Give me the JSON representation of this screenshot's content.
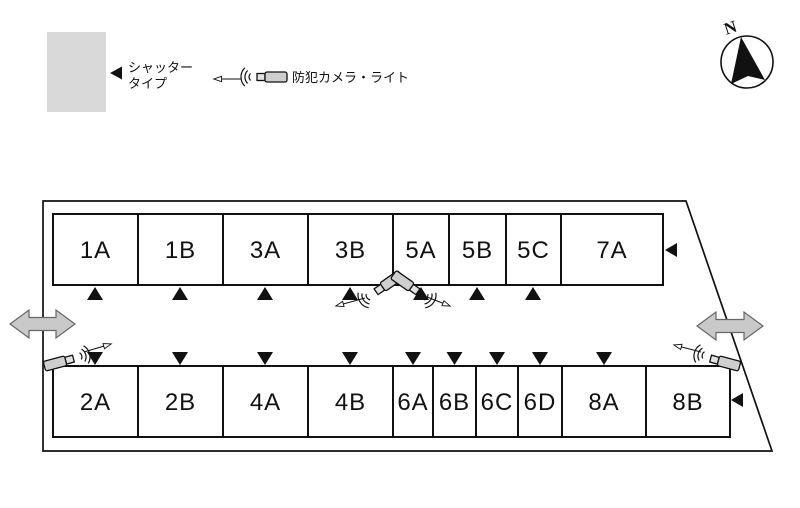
{
  "legend": {
    "shutter": {
      "line1": "シャッター",
      "line2": "タイプ"
    },
    "camera_label": "防犯カメラ・ライト"
  },
  "compass": {
    "north_label": "N"
  },
  "lot": {
    "top_row": [
      "1A",
      "1B",
      "3A",
      "3B",
      "5A",
      "5B",
      "5C",
      "7A"
    ],
    "bottom_row": [
      "2A",
      "2B",
      "4A",
      "4B",
      "6A",
      "6B",
      "6C",
      "6D",
      "8A",
      "8B"
    ]
  },
  "colors": {
    "line": "#111111",
    "legend_box": "#d9d9d9",
    "camera_fill": "#cfcfcf",
    "entrance_arrow": "#c9c9c9",
    "cell_fill": "#ffffff"
  }
}
